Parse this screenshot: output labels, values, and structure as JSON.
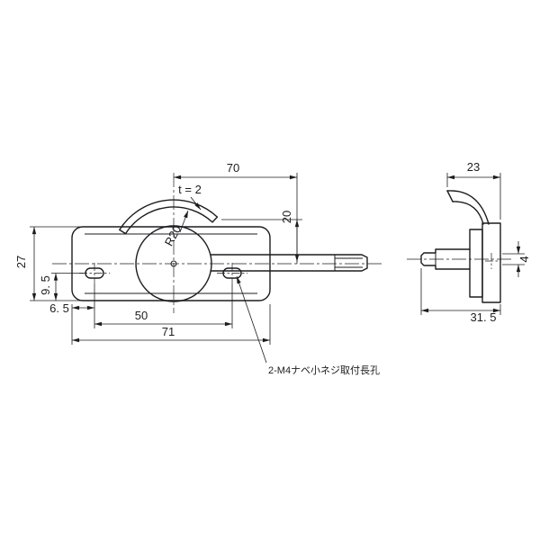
{
  "meta": {
    "background": "#ffffff",
    "ink": "#1d1d20"
  },
  "front_view": {
    "dim_top_width": "70",
    "dim_thickness": "t = 2",
    "dim_radius": "R20",
    "dim_rod_height": "20",
    "dim_plate_height": "27",
    "dim_hole_bottom": "9. 5",
    "dim_hole_edge": "6. 5",
    "dim_hole_pitch": "50",
    "dim_overall_width": "71",
    "note_mounting_holes": "2-M4ナベ小ネジ取付長孔"
  },
  "side_view": {
    "dim_top_depth": "23",
    "dim_overall_depth": "31. 5",
    "dim_tip_height": "4"
  }
}
